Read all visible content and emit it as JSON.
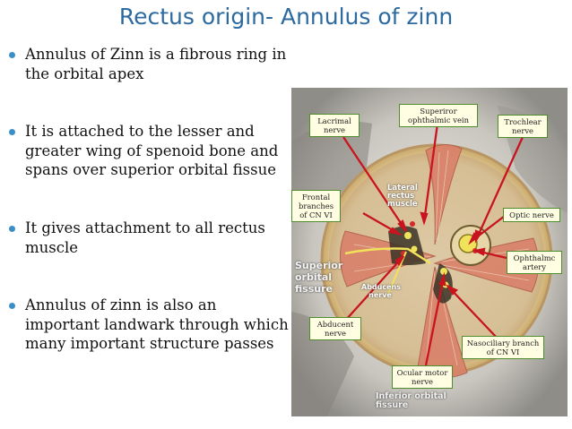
{
  "slide": {
    "title": "Rectus origin- Annulus of zinn",
    "bullets": [
      "Annulus of Zinn is a fibrous ring in the orbital apex",
      "It is attached to the lesser and greater wing of spenoid bone and spans over superior orbital fissue",
      "It gives attachment to all rectus muscle",
      "Annulus of zinn is also an important landwark through which many important structure passes"
    ]
  },
  "figure": {
    "labels": {
      "lacrimal": "Lacrimal nerve",
      "superior_vein": "Superiror ophthalmic vein",
      "trochlear": "Trochlear nerve",
      "frontal": "Frontal branches of CN VI",
      "optic": "Optic nerve",
      "ophthalmic_artery": "Ophthalmc artery",
      "abducent": "Abducent nerve",
      "nasociliary": "Nasociliary branch of CN VI",
      "ocular_motor": "Ocular motor nerve"
    },
    "embedded_text": {
      "lateral_rectus": "Lateral rectus muscle",
      "superior_orbital_fissure": "Superior orbital fissure",
      "abducens": "Abducens nerve",
      "inferior_orbital_fissure": "Inferior orbital fissure"
    },
    "colors": {
      "label_border": "#4f8c2e",
      "label_fill": "#fffde2",
      "pointer": "#c8141e",
      "muscle": "#d9826a"
    }
  }
}
